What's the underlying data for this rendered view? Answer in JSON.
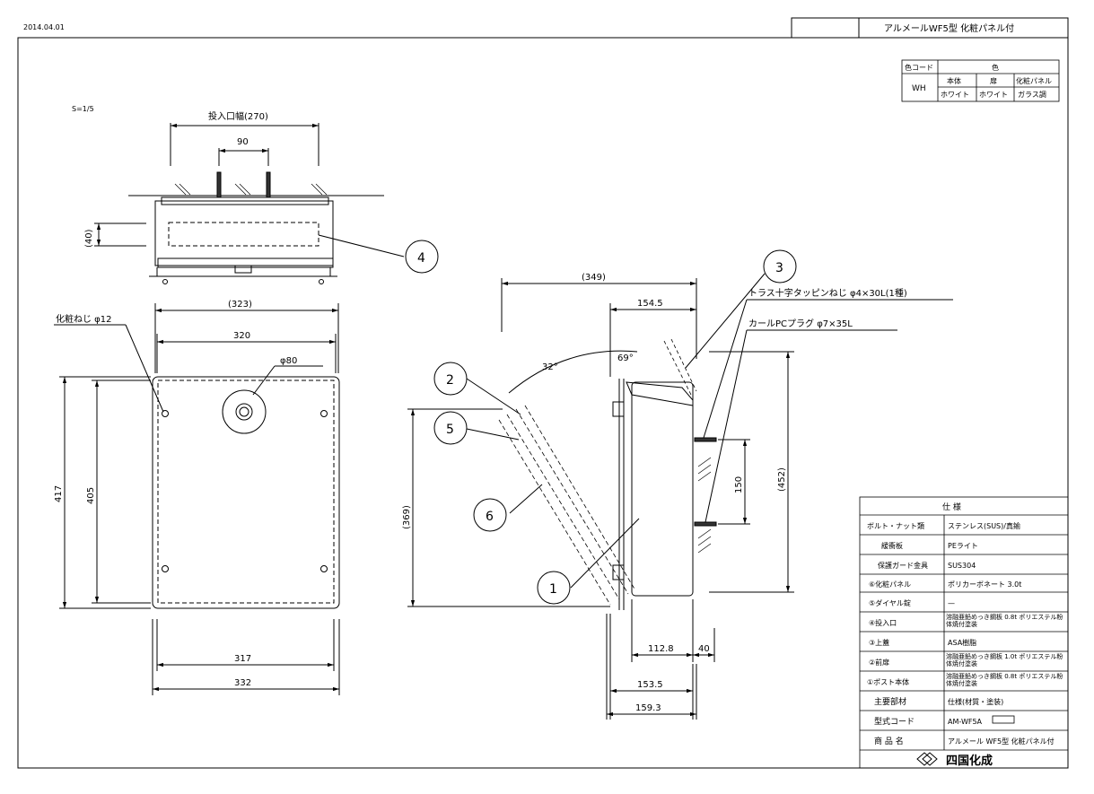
{
  "date": "2014.04.01",
  "product_title": "アルメールWF5型 化粧パネル付",
  "scale": "S=1/5",
  "color_table": {
    "header_code": "色コード",
    "header_color": "色",
    "code": "WH",
    "parts": [
      "本体",
      "扉",
      "化粧パネル"
    ],
    "colors": [
      "ホワイト",
      "ホワイト",
      "ガラス調"
    ]
  },
  "top_view": {
    "slot_width": "投入口幅(270)",
    "spacing": "90",
    "slot_height": "(40)"
  },
  "front_view": {
    "width_outer": "(323)",
    "width": "320",
    "screw_label": "化粧ねじ φ12",
    "knob": "φ80",
    "height_outer": "417",
    "height": "405",
    "bottom_inner": "317",
    "bottom_outer": "332"
  },
  "side_view": {
    "depth_total": "(349)",
    "depth_upper": "154.5",
    "angle_32": "32°",
    "angle_69": "69°",
    "screw_note": "トラス十字タッピンねじ φ4×30L(1種)",
    "plug_note": "カールPCプラグ φ7×35L",
    "height_369": "(369)",
    "height_452": "(452)",
    "pitch_150": "150",
    "dim_112_8": "112.8",
    "dim_40": "40",
    "dim_153_5": "153.5",
    "dim_159_3": "159.3"
  },
  "callouts": [
    "1",
    "2",
    "3",
    "4",
    "5",
    "6"
  ],
  "spec": {
    "title": "仕 様",
    "rows": [
      {
        "part": "ボルト・ナット類",
        "spec": "ステンレス(SUS)/真鍮"
      },
      {
        "part": "緩衝板",
        "spec": "PEライト"
      },
      {
        "part": "保護ガード金具",
        "spec": "SUS304"
      },
      {
        "part": "⑥化粧パネル",
        "spec": "ポリカーボネート 3.0t"
      },
      {
        "part": "⑤ダイヤル錠",
        "spec": "—"
      },
      {
        "part": "④投入口",
        "spec": "溶融亜鉛めっき鋼板 0.8t ポリエステル粉体焼付塗装"
      },
      {
        "part": "③上蓋",
        "spec": "ASA樹脂"
      },
      {
        "part": "②前扉",
        "spec": "溶融亜鉛めっき鋼板 1.0t ポリエステル粉体焼付塗装"
      },
      {
        "part": "①ポスト本体",
        "spec": "溶融亜鉛めっき鋼板 0.8t ポリエステル粉体焼付塗装"
      }
    ],
    "footer": [
      {
        "part": "主要部材",
        "spec": "仕様(材質・塗装)"
      },
      {
        "part": "型式コード",
        "spec": "AM-WF5A"
      },
      {
        "part": "商 品 名",
        "spec": "アルメール WF5型 化粧パネル付"
      }
    ],
    "company": "四国化成"
  }
}
